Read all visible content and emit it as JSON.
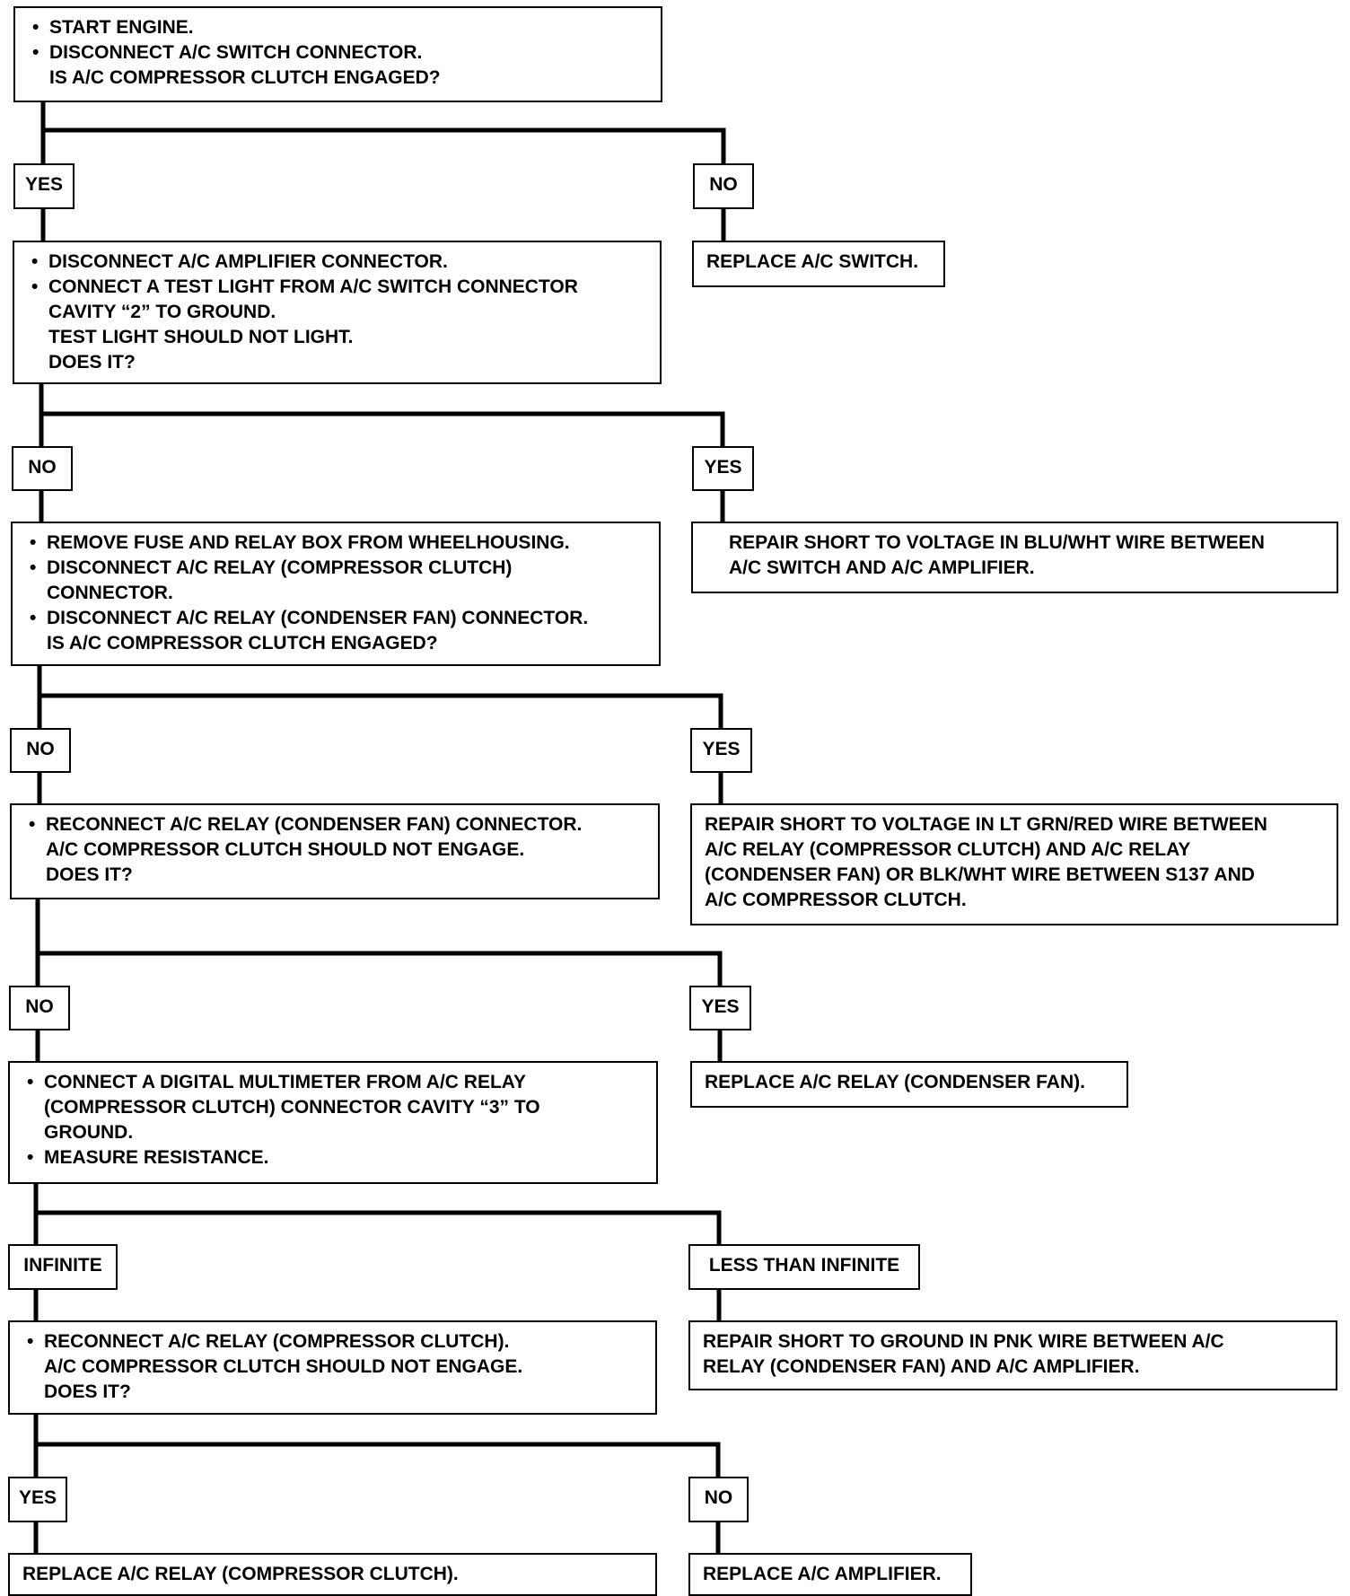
{
  "steps": [
    {
      "lines": [
        {
          "bullet": true,
          "text": "START ENGINE."
        },
        {
          "bullet": true,
          "text": "DISCONNECT A/C SWITCH CONNECTOR."
        },
        {
          "bullet": false,
          "text": "IS A/C COMPRESSOR CLUTCH ENGAGED?"
        }
      ]
    },
    {
      "lines": [
        {
          "bullet": true,
          "text": "DISCONNECT A/C AMPLIFIER CONNECTOR."
        },
        {
          "bullet": true,
          "text": "CONNECT A TEST LIGHT FROM A/C SWITCH CONNECTOR"
        },
        {
          "bullet": false,
          "text": "CAVITY “2” TO GROUND."
        },
        {
          "bullet": false,
          "text": "TEST LIGHT SHOULD NOT LIGHT."
        },
        {
          "bullet": false,
          "text": "DOES IT?"
        }
      ]
    },
    {
      "lines": [
        {
          "bullet": true,
          "text": "REMOVE FUSE AND RELAY BOX FROM WHEELHOUSING."
        },
        {
          "bullet": true,
          "text": "DISCONNECT A/C RELAY (COMPRESSOR CLUTCH)"
        },
        {
          "bullet": false,
          "text": "CONNECTOR."
        },
        {
          "bullet": true,
          "text": "DISCONNECT A/C RELAY (CONDENSER FAN) CONNECTOR."
        },
        {
          "bullet": false,
          "text": "IS A/C COMPRESSOR CLUTCH ENGAGED?"
        }
      ]
    },
    {
      "lines": [
        {
          "bullet": true,
          "text": "RECONNECT A/C RELAY (CONDENSER FAN) CONNECTOR."
        },
        {
          "bullet": false,
          "text": "A/C COMPRESSOR CLUTCH SHOULD NOT ENGAGE."
        },
        {
          "bullet": false,
          "text": "DOES IT?"
        }
      ]
    },
    {
      "lines": [
        {
          "bullet": true,
          "text": "CONNECT A DIGITAL MULTIMETER FROM A/C RELAY"
        },
        {
          "bullet": false,
          "text": "(COMPRESSOR CLUTCH) CONNECTOR CAVITY “3” TO"
        },
        {
          "bullet": false,
          "text": "GROUND."
        },
        {
          "bullet": true,
          "text": "MEASURE RESISTANCE."
        }
      ]
    },
    {
      "lines": [
        {
          "bullet": true,
          "text": "RECONNECT A/C RELAY (COMPRESSOR CLUTCH)."
        },
        {
          "bullet": false,
          "text": "A/C COMPRESSOR CLUTCH SHOULD NOT ENGAGE."
        },
        {
          "bullet": false,
          "text": "DOES IT?"
        }
      ]
    },
    {
      "lines": [
        {
          "bullet": false,
          "text": "REPLACE A/C RELAY (COMPRESSOR CLUTCH)."
        }
      ]
    }
  ],
  "results": [
    {
      "lines": [
        "REPLACE A/C SWITCH."
      ]
    },
    {
      "lines": [
        "REPAIR SHORT TO VOLTAGE IN BLU/WHT WIRE BETWEEN",
        "A/C SWITCH AND A/C AMPLIFIER."
      ]
    },
    {
      "lines": [
        "REPAIR SHORT TO VOLTAGE IN LT GRN/RED WIRE BETWEEN",
        "A/C RELAY (COMPRESSOR CLUTCH) AND A/C RELAY",
        "(CONDENSER FAN) OR BLK/WHT WIRE BETWEEN S137 AND",
        "A/C COMPRESSOR CLUTCH."
      ]
    },
    {
      "lines": [
        "REPLACE A/C RELAY (CONDENSER FAN)."
      ]
    },
    {
      "lines": [
        "REPAIR SHORT TO GROUND IN PNK WIRE BETWEEN A/C",
        "RELAY (CONDENSER FAN) AND A/C AMPLIFIER."
      ]
    },
    {
      "lines": [
        "REPLACE A/C AMPLIFIER."
      ]
    }
  ],
  "branches": [
    {
      "left": "YES",
      "right": "NO"
    },
    {
      "left": "NO",
      "right": "YES"
    },
    {
      "left": "NO",
      "right": "YES"
    },
    {
      "left": "NO",
      "right": "YES"
    },
    {
      "left": "INFINITE",
      "right": "LESS THAN INFINITE"
    },
    {
      "left": "YES",
      "right": "NO"
    }
  ]
}
